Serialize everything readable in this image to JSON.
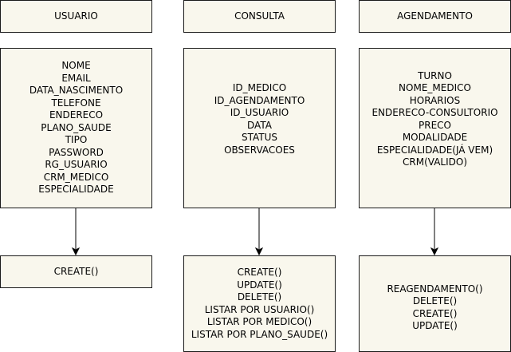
{
  "columns": [
    {
      "header": "USUARIO",
      "fields": [
        "NOME",
        "EMAIL",
        "DATA_NASCIMENTO",
        "TELEFONE",
        "ENDERECO",
        "PLANO_SAUDE",
        "TIPO",
        "PASSWORD",
        "RG_USUARIO",
        "CRM_MEDICO",
        "ESPECIALIDADE"
      ],
      "methods": [
        "CREATE()"
      ]
    },
    {
      "header": "CONSULTA",
      "fields": [
        "ID_MEDICO",
        "ID_AGENDAMENTO",
        "ID_USUARIO",
        "DATA",
        "STATUS",
        "OBSERVACOES"
      ],
      "methods": [
        "CREATE()",
        "UPDATE()",
        "DELETE()",
        "LISTAR POR USUARIO()",
        "LISTAR POR MEDICO()",
        "LISTAR POR PLANO_SAUDE()"
      ]
    },
    {
      "header": "AGENDAMENTO",
      "fields": [
        "TURNO",
        "NOME_MEDICO",
        "HORARIOS",
        "ENDERECO-CONSULTORIO",
        "PRECO",
        "MODALIDADE",
        "ESPECIALIDADE(JÁ VEM)",
        "CRM(VALIDO)"
      ],
      "methods": [
        "REAGENDAMENTO()",
        "DELETE()",
        "CREATE()",
        "UPDATE()"
      ]
    }
  ],
  "colors": {
    "box_fill": "#f9f7ed",
    "box_border": "#1a1a1a",
    "arrow": "#000000"
  }
}
